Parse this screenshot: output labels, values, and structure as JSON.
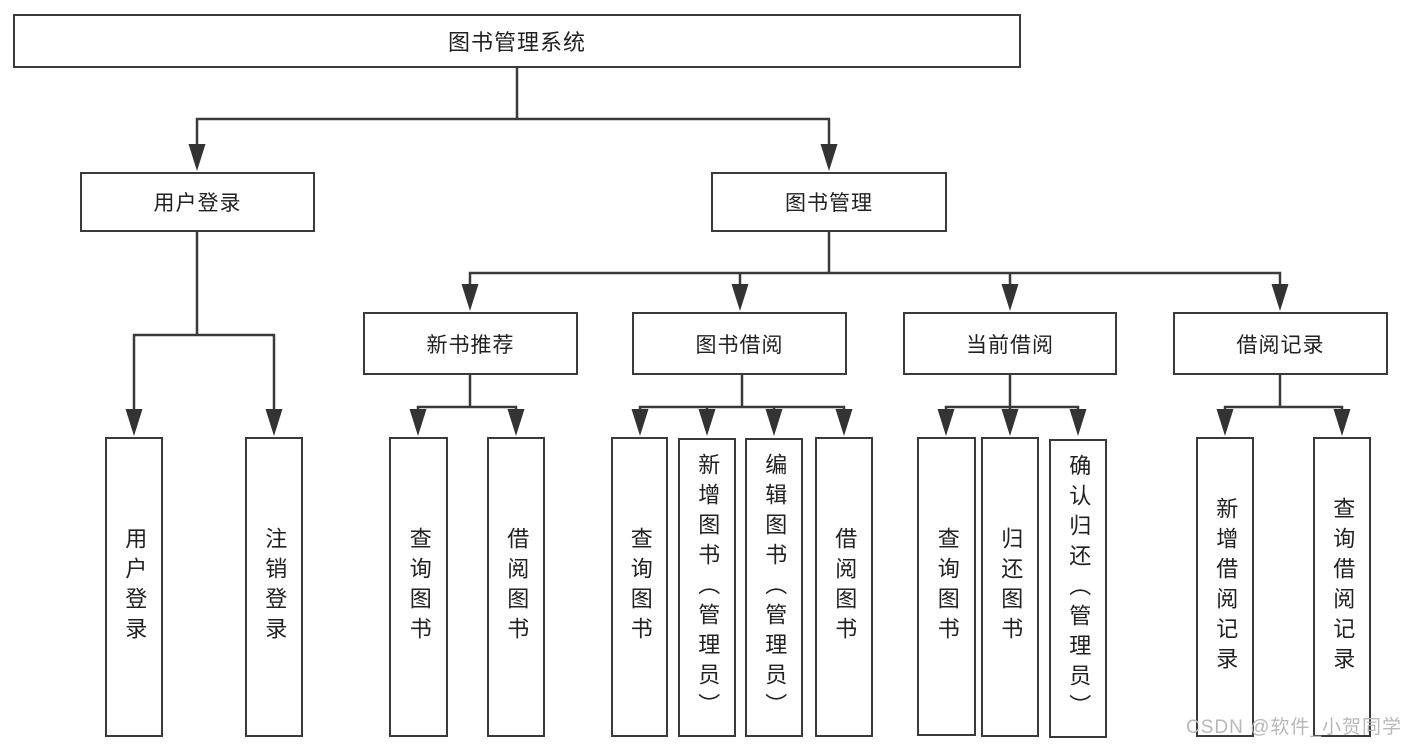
{
  "tree": {
    "root": {
      "label": "图书管理系统"
    },
    "branches": [
      {
        "label": "用户登录",
        "children": [
          {
            "label": "用户登录"
          },
          {
            "label": "注销登录"
          }
        ]
      },
      {
        "label": "图书管理",
        "children": [
          {
            "label": "新书推荐",
            "children": [
              {
                "label": "查询图书"
              },
              {
                "label": "借阅图书"
              }
            ]
          },
          {
            "label": "图书借阅",
            "children": [
              {
                "label": "查询图书"
              },
              {
                "label": "新增图书（管理员）"
              },
              {
                "label": "编辑图书（管理员）"
              },
              {
                "label": "借阅图书"
              }
            ]
          },
          {
            "label": "当前借阅",
            "children": [
              {
                "label": "查询图书"
              },
              {
                "label": "归还图书"
              },
              {
                "label": "确认归还（管理员）"
              }
            ]
          },
          {
            "label": "借阅记录",
            "children": [
              {
                "label": "新增借阅记录"
              },
              {
                "label": "查询借阅记录"
              }
            ]
          }
        ]
      }
    ]
  },
  "watermark": {
    "text": "CSDN @软件_小贺同学"
  },
  "colors": {
    "line": "#3a3a3a",
    "arrow": "#333333",
    "box_border": "#3a3a3a",
    "text": "#212121",
    "watermark": "#b8b8b8",
    "background": "#ffffff"
  }
}
